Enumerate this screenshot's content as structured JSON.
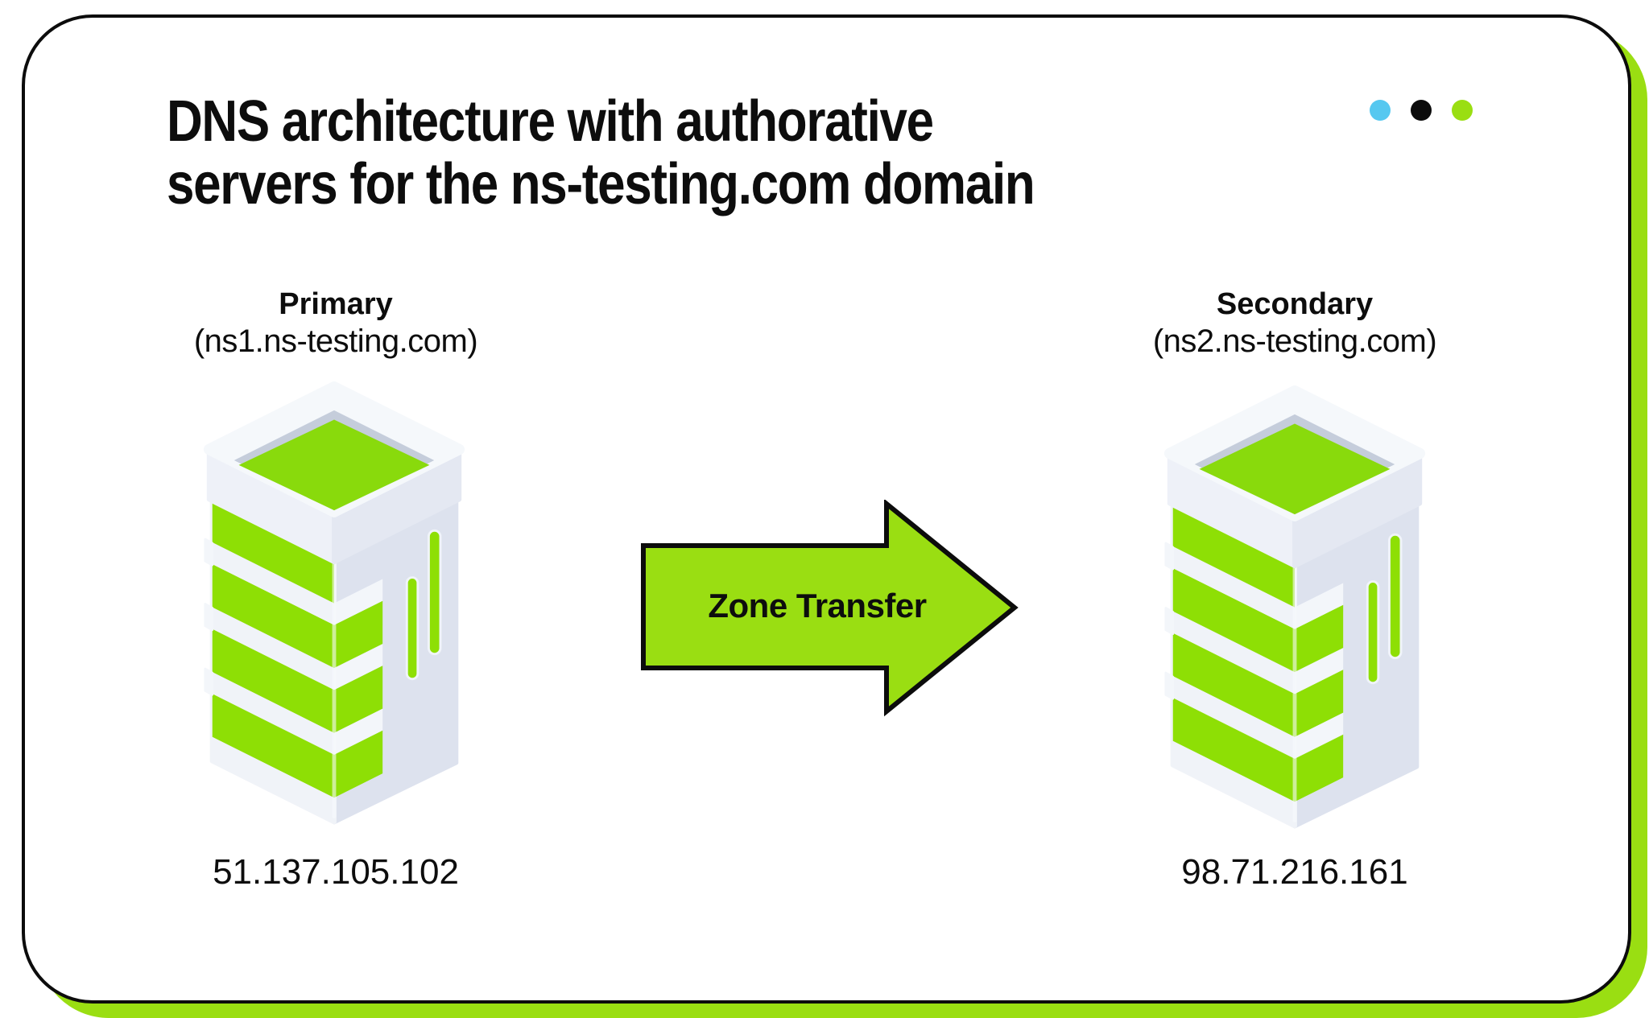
{
  "header": {
    "title_line1": "DNS architecture with authorative",
    "title_line2": "servers for the ns-testing.com domain",
    "decor_dots": [
      {
        "id": "blue",
        "color": "#56C8F0"
      },
      {
        "id": "black",
        "color": "#0B0B0B"
      },
      {
        "id": "green",
        "color": "#9ADE12"
      }
    ]
  },
  "diagram": {
    "servers": [
      {
        "role": "Primary",
        "hostname": "(ns1.ns-testing.com)",
        "ip": "51.137.105.102"
      },
      {
        "role": "Secondary",
        "hostname": "(ns2.ns-testing.com)",
        "ip": "98.71.216.161"
      }
    ],
    "flow": {
      "label": "Zone Transfer",
      "direction": "right"
    }
  },
  "card": {
    "background": "#FFFFFF",
    "border_color": "#0C0C0C",
    "shadow_color": "#9ADE12"
  },
  "colors": {
    "accent_green": "#9ADE12",
    "server_stripe_green": "#8EDF05",
    "server_top_green": "#89DA0C",
    "server_face_light": "#F0F3F8",
    "server_face_shade": "#DDE2EE",
    "dot_blue": "#56C8F0",
    "outline_black": "#0C0C0C"
  }
}
